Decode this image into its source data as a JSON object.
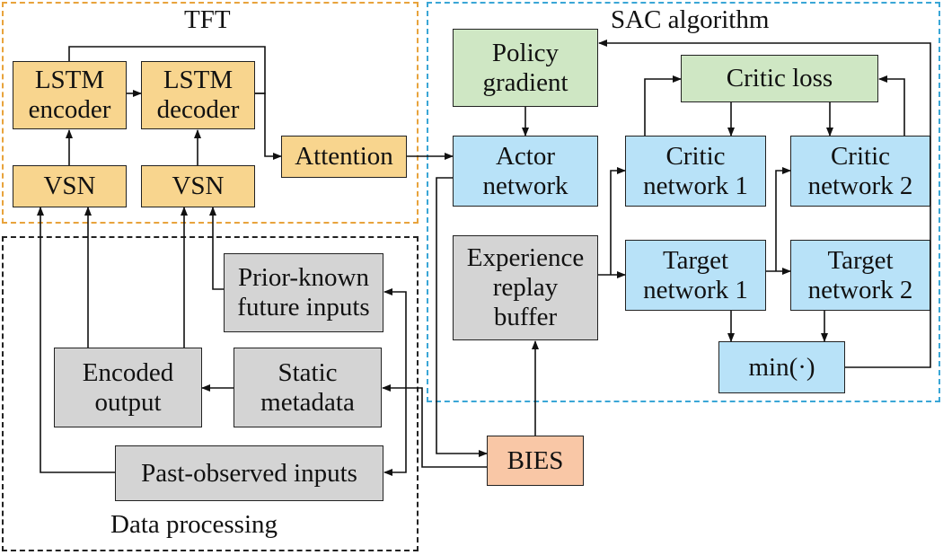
{
  "colors": {
    "tft_region_border": "#e8a33c",
    "sac_region_border": "#3aa6d6",
    "data_region_border": "#222222",
    "tft_node_fill": "#f8d58e",
    "policy_critic_loss_fill": "#cfe7c4",
    "network_fill": "#b8e2f8",
    "gray_fill": "#d4d4d4",
    "bies_fill": "#f9c7a6",
    "arrow": "#111111"
  },
  "regions": {
    "tft": {
      "title": "TFT"
    },
    "sac": {
      "title": "SAC algorithm"
    },
    "data": {
      "title": "Data processing"
    }
  },
  "nodes": {
    "lstm_encoder": "LSTM\nencoder",
    "lstm_decoder": "LSTM\ndecoder",
    "vsn_1": "VSN",
    "vsn_2": "VSN",
    "attention": "Attention",
    "policy_gradient": "Policy\ngradient",
    "actor_network": "Actor\nnetwork",
    "critic_loss": "Critic loss",
    "critic_network_1": "Critic\nnetwork 1",
    "critic_network_2": "Critic\nnetwork 2",
    "experience_replay_buffer": "Experience\nreplay\nbuffer",
    "target_network_1": "Target\nnetwork 1",
    "target_network_2": "Target\nnetwork 2",
    "min_op": "min(·)",
    "prior_known_future_inputs": "Prior-known\nfuture inputs",
    "encoded_output": "Encoded\noutput",
    "static_metadata": "Static\nmetadata",
    "past_observed_inputs": "Past-observed inputs",
    "bies": "BIES"
  }
}
